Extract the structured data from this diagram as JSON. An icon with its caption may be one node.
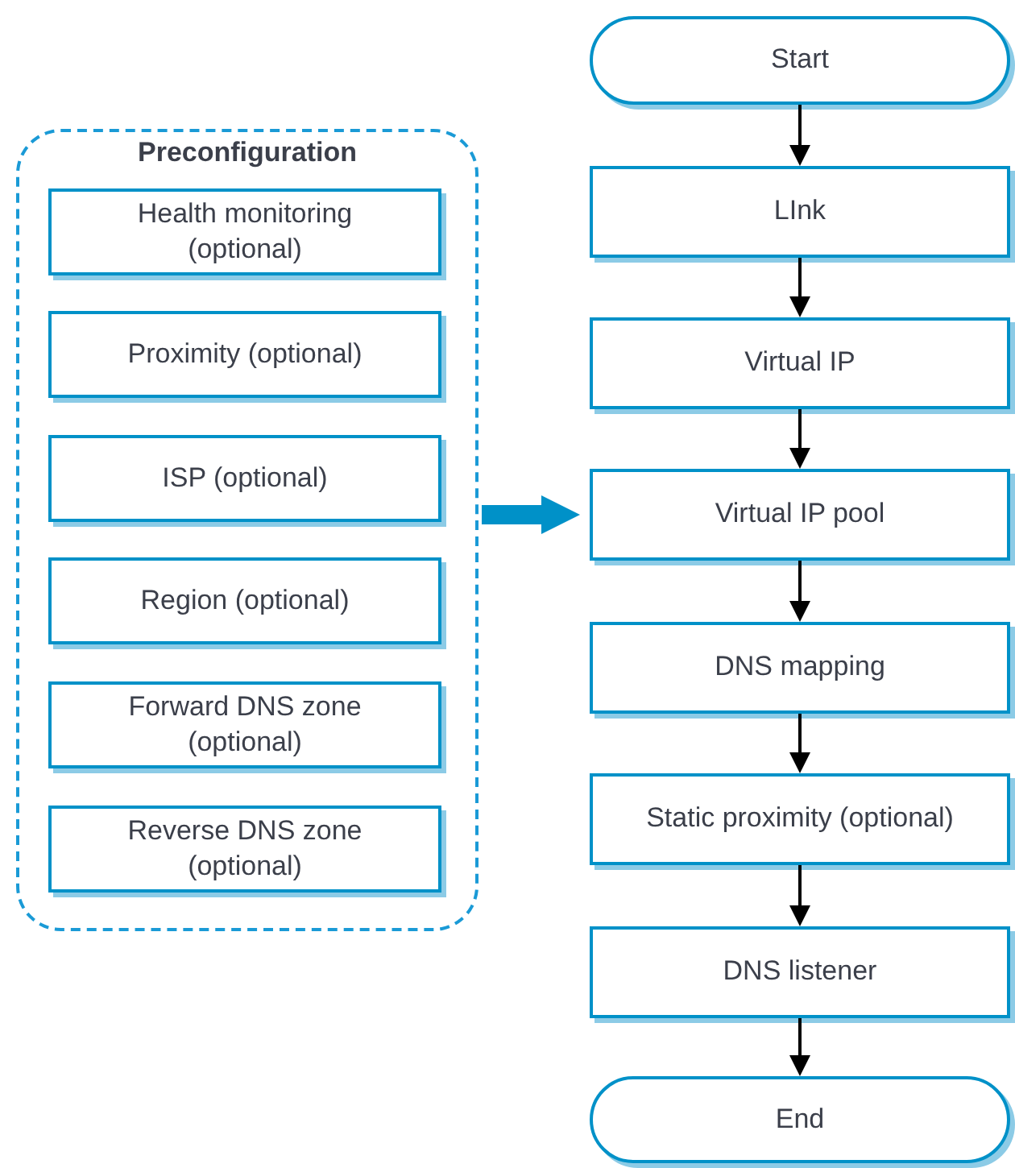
{
  "diagram": {
    "nodes": [
      {
        "text": [
          "Preconfiguration"
        ]
      },
      {
        "text": [
          "Health monitoring (optional)"
        ],
        "in": 0
      },
      {
        "text": [
          "Proximity (optional)"
        ],
        "in": 0
      },
      {
        "text": [
          "ISP (optional)"
        ],
        "in": 0
      },
      {
        "text": [
          "Region (optional)"
        ],
        "in": 0
      },
      {
        "text": [
          "Forward DNS zone (optional)"
        ],
        "in": 0
      },
      {
        "text": [
          "Reverse DNS zone (optional)"
        ],
        "in": 0
      },
      {
        "text": [
          "Start"
        ]
      },
      {
        "text": [
          "LInk"
        ]
      },
      {
        "text": [
          "Virtual IP"
        ]
      },
      {
        "text": [
          "Virtual IP pool"
        ]
      },
      {
        "text": [
          "DNS mapping"
        ]
      },
      {
        "text": [
          "Static proximity (optional)"
        ]
      },
      {
        "text": [
          "DNS listener"
        ]
      },
      {
        "text": [
          "End"
        ]
      }
    ],
    "edges": [
      {
        "from": 0,
        "to": 10,
        "arrow": "to",
        "style": "thick",
        "color": "#0091c8"
      },
      {
        "from": 7,
        "to": 8,
        "arrow": "to"
      },
      {
        "from": 8,
        "to": 9,
        "arrow": "to"
      },
      {
        "from": 9,
        "to": 10,
        "arrow": "to"
      },
      {
        "from": 10,
        "to": 11,
        "arrow": "to"
      },
      {
        "from": 11,
        "to": 12,
        "arrow": "to"
      },
      {
        "from": 12,
        "to": 13,
        "arrow": "to"
      },
      {
        "from": 13,
        "to": 14,
        "arrow": "to"
      }
    ]
  }
}
